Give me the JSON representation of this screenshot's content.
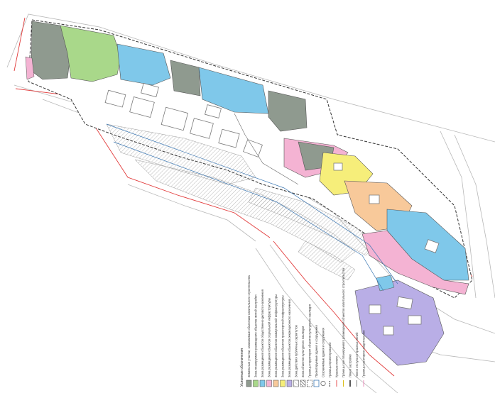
{
  "map": {
    "colors": {
      "green": "#a9d88a",
      "blue": "#7fc8ea",
      "pink": "#f4b3d3",
      "yellow": "#f6ee7a",
      "orange": "#f8c99a",
      "lilac": "#b9aee6",
      "gray": "#8f9a8f",
      "redline": "#e23b3b"
    }
  },
  "legend": {
    "title": "Условные обозначения",
    "items": [
      {
        "swatch": "gray-fill",
        "label": "Земельные участки, занимаемые объектами капитального строительства"
      },
      {
        "swatch": "green-fill",
        "label": "Зона планируемого размещения объектов жилой застройки"
      },
      {
        "swatch": "blue-fill",
        "label": "Зона размещения объектов общественно-делового назначения"
      },
      {
        "swatch": "pink-fill",
        "label": "Зона размещения объектов социальной инфраструктуры"
      },
      {
        "swatch": "orange-fill",
        "label": "Зона размещения объектов коммунальной инфраструктуры"
      },
      {
        "swatch": "yellow-fill",
        "label": "Зона размещения объектов транспортной инфраструктуры"
      },
      {
        "swatch": "lilac-fill",
        "label": "Зона размещения объектов рекреационного назначения"
      },
      {
        "swatch": "hatch",
        "label": "Зона действия публичных сервитутов"
      },
      {
        "swatch": "dark-hatch",
        "label": "Зона объектов культурного наследия"
      },
      {
        "swatch": "outline-dashed",
        "label": "Границы территории объектов культурного наследия"
      },
      {
        "swatch": "outline-blue",
        "label": "Проектируемые здания и сооружения"
      },
      {
        "swatch": "circle-symbol",
        "label": "Сохраняемые здания и сооружения"
      },
      {
        "swatch": "dash-line",
        "label": "Границы проектирования"
      },
      {
        "swatch": "red-line",
        "label": "Красные линии"
      },
      {
        "swatch": "yellow-line",
        "label": "Границы зон планируемого размещения объектов капитального строительства"
      },
      {
        "swatch": "black-line",
        "label": "Линии застройки"
      },
      {
        "swatch": "thin-line",
        "label": "Линии отступа от красных линий"
      },
      {
        "swatch": "pink-line",
        "label": "Границы санитарно-защитных зон"
      }
    ]
  }
}
